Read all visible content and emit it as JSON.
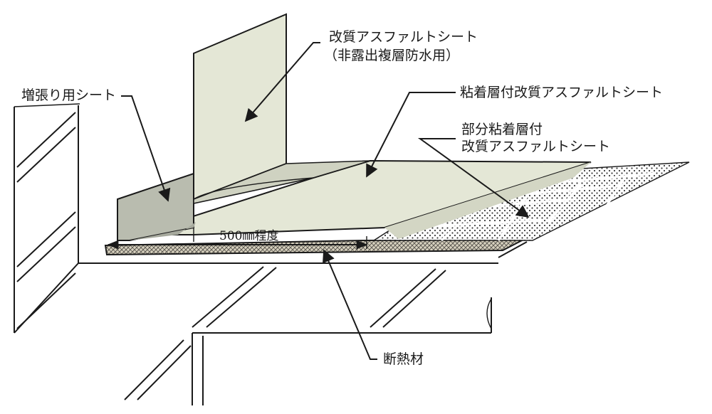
{
  "labels": {
    "modified_sheet_line1": "改質アスファルトシート",
    "modified_sheet_line2": "（非露出複層防水用）",
    "reinforcement_sheet": "増張り用シート",
    "adhesive_sheet": "粘着層付改質アスファルトシート",
    "partial_adhesive_line1": "部分粘着層付",
    "partial_adhesive_line2": "改質アスファルトシート",
    "dimension": "500㎜程度",
    "insulation": "断熱材"
  },
  "colors": {
    "sheet_fill": "#e4e7d6",
    "sheet_shadow": "#c9ccbb",
    "reinforcement_fill": "#b9bcaf",
    "dot_color": "#3a3a3a",
    "insulation_fill": "#d8d2bf",
    "line": "#1a1a1a"
  }
}
